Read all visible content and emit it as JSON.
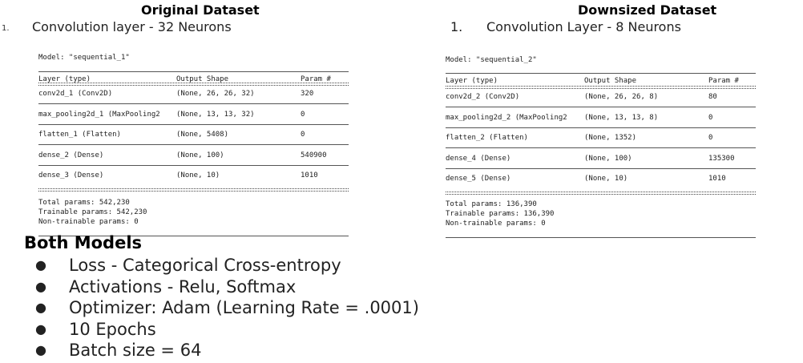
{
  "left": {
    "title": "Original Dataset",
    "item_number": "1.",
    "item_text": "Convolution layer - 32 Neurons",
    "summary": {
      "model": "Model: \"sequential_1\"",
      "headers": [
        "Layer (type)",
        "Output Shape",
        "Param #"
      ],
      "rows": [
        [
          "conv2d_1 (Conv2D)",
          "(None, 26, 26, 32)",
          "320"
        ],
        [
          "max_pooling2d_1 (MaxPooling2",
          "(None, 13, 13, 32)",
          "0"
        ],
        [
          "flatten_1 (Flatten)",
          "(None, 5408)",
          "0"
        ],
        [
          "dense_2 (Dense)",
          "(None, 100)",
          "540900"
        ],
        [
          "dense_3 (Dense)",
          "(None, 10)",
          "1010"
        ]
      ],
      "totals": [
        "Total params: 542,230",
        "Trainable params: 542,230",
        "Non-trainable params: 0"
      ]
    }
  },
  "right": {
    "title": "Downsized Dataset",
    "item_number": "1.",
    "item_text": "Convolution Layer - 8 Neurons",
    "summary": {
      "model": "Model: \"sequential_2\"",
      "headers": [
        "Layer (type)",
        "Output Shape",
        "Param #"
      ],
      "rows": [
        [
          "conv2d_2 (Conv2D)",
          "(None, 26, 26, 8)",
          "80"
        ],
        [
          "max_pooling2d_2 (MaxPooling2",
          "(None, 13, 13, 8)",
          "0"
        ],
        [
          "flatten_2 (Flatten)",
          "(None, 1352)",
          "0"
        ],
        [
          "dense_4 (Dense)",
          "(None, 100)",
          "135300"
        ],
        [
          "dense_5 (Dense)",
          "(None, 10)",
          "1010"
        ]
      ],
      "totals": [
        "Total params: 136,390",
        "Trainable params: 136,390",
        "Non-trainable params: 0"
      ]
    }
  },
  "both": {
    "title": "Both Models",
    "bullet_glyph": "●",
    "items": [
      "Loss - Categorical Cross-entropy",
      "Activations - Relu, Softmax",
      "Optimizer: Adam (Learning Rate = .0001)",
      "10 Epochs",
      "Batch size = 64"
    ]
  }
}
